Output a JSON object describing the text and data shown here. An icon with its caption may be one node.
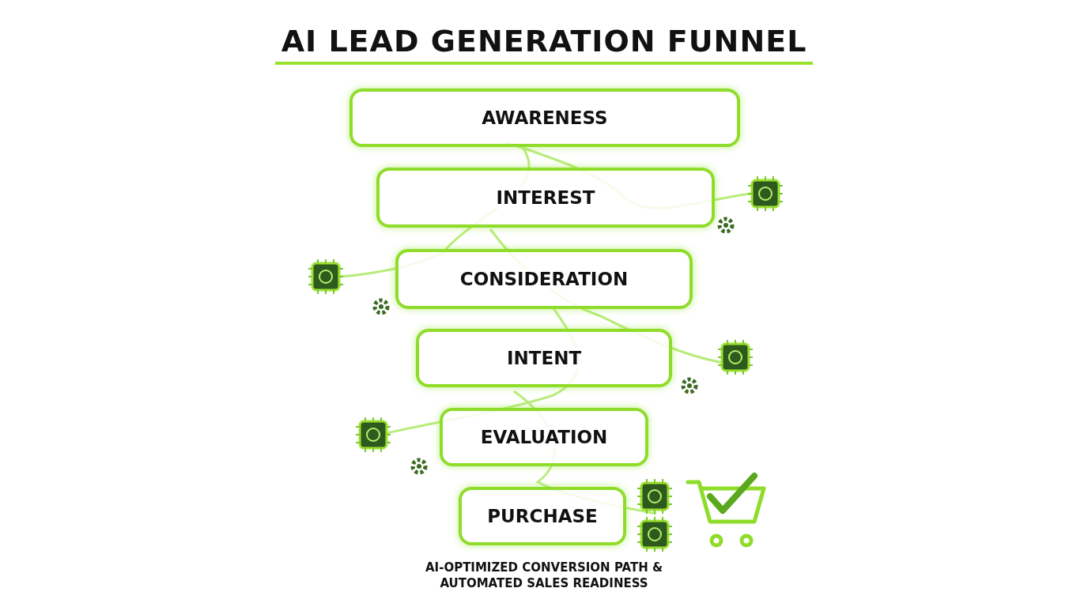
{
  "diagram": {
    "title": "AI LEAD GENERATION FUNNEL",
    "nodes": [
      {
        "text": [
          "AWARENESS"
        ]
      },
      {
        "text": [
          "INTEREST"
        ]
      },
      {
        "text": [
          "CONSIDERATION"
        ]
      },
      {
        "text": [
          "INTENT"
        ]
      },
      {
        "text": [
          "EVALUATION"
        ]
      },
      {
        "text": [
          "PURCHASE"
        ]
      }
    ],
    "caption": "AI-OPTIMIZED CONVERSION PATH & AUTOMATED SALES READINESS"
  }
}
